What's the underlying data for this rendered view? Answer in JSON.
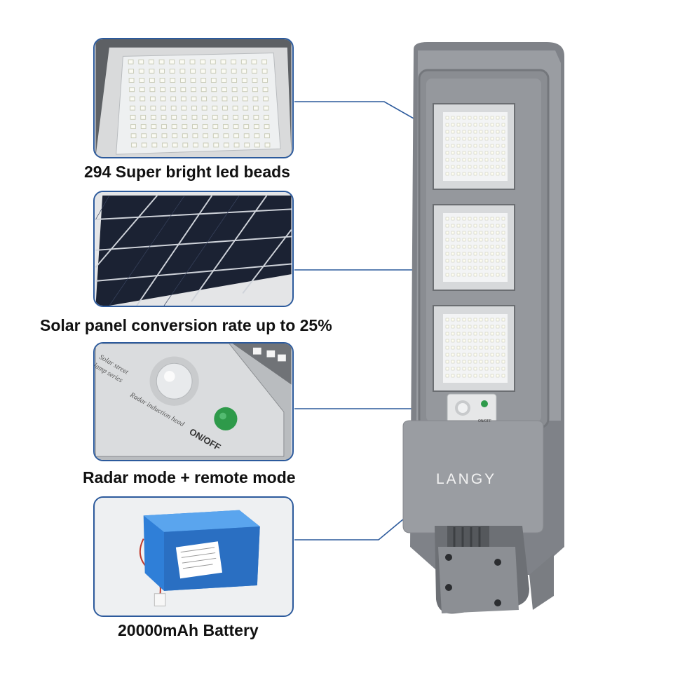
{
  "features": [
    {
      "caption": "294 Super bright led beads",
      "icon": "led-beads-closeup"
    },
    {
      "caption": "Solar panel conversion rate up to 25%",
      "icon": "solar-panel-closeup"
    },
    {
      "caption": "Radar mode + remote mode",
      "icon": "radar-sensor-closeup"
    },
    {
      "caption": "20000mAh Battery",
      "icon": "battery-pack"
    }
  ],
  "sensor": {
    "line1": "Solar street",
    "line2": "lamp series",
    "line3": "Radar induction head",
    "switch_label": "ON/OFF"
  },
  "lamp": {
    "brand": "LANGY"
  },
  "colors": {
    "accent": "#2c5a9c",
    "housing": "#8e9196",
    "switch_green": "#2e9a4a",
    "battery_blue": "#2f7fd8"
  }
}
